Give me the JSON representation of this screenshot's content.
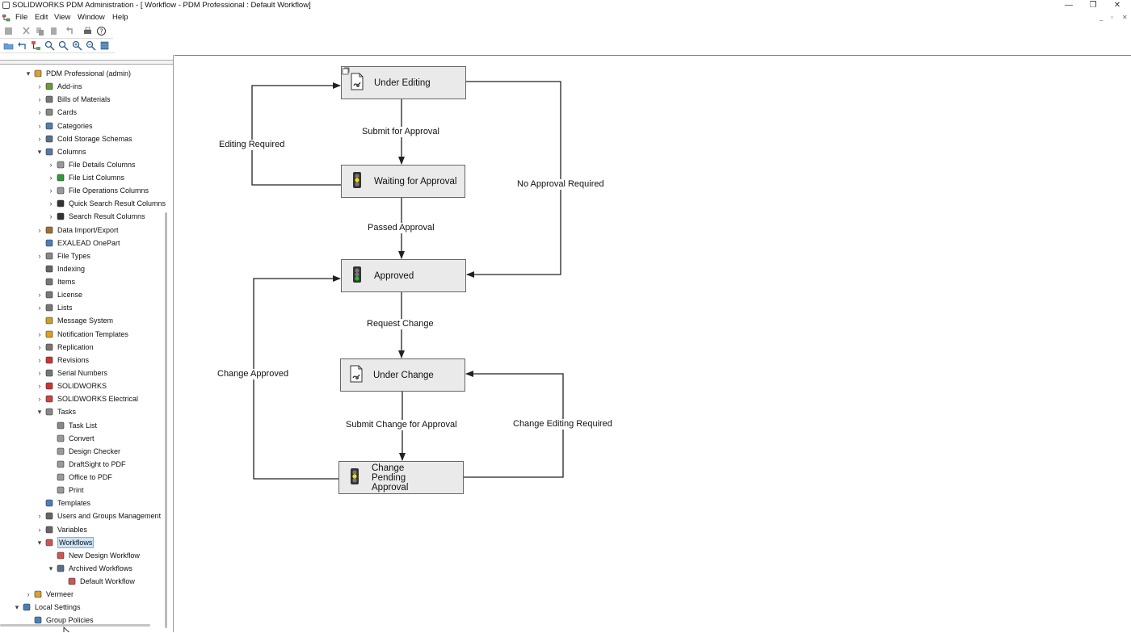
{
  "window": {
    "title": "SOLIDWORKS PDM Administration - [ Workflow - PDM Professional : Default Workflow]",
    "controls": {
      "minimize": "—",
      "restore": "❐",
      "close": "✕"
    }
  },
  "menu": {
    "items": [
      "File",
      "Edit",
      "View",
      "Window",
      "Help"
    ],
    "child_controls": [
      "_",
      "▫",
      "✕"
    ]
  },
  "sidebar": {
    "tree": [
      {
        "label": "PDM Professional (admin)",
        "indent": 0,
        "arrow": "▾",
        "icon": "vault-icon"
      },
      {
        "label": "Add-ins",
        "indent": 1,
        "arrow": "›",
        "icon": "puzzle-icon"
      },
      {
        "label": "Bills of Materials",
        "indent": 1,
        "arrow": "›",
        "icon": "grid-icon"
      },
      {
        "label": "Cards",
        "indent": 1,
        "arrow": "›",
        "icon": "card-icon"
      },
      {
        "label": "Categories",
        "indent": 1,
        "arrow": "›",
        "icon": "categories-icon"
      },
      {
        "label": "Cold Storage Schemas",
        "indent": 1,
        "arrow": "›",
        "icon": "storage-icon"
      },
      {
        "label": "Columns",
        "indent": 1,
        "arrow": "▾",
        "icon": "columns-icon"
      },
      {
        "label": "File Details Columns",
        "indent": 2,
        "arrow": "›",
        "icon": "doc-icon"
      },
      {
        "label": "File List Columns",
        "indent": 2,
        "arrow": "›",
        "icon": "list-green-icon"
      },
      {
        "label": "File Operations Columns",
        "indent": 2,
        "arrow": "›",
        "icon": "doc-icon"
      },
      {
        "label": "Quick Search Result Columns",
        "indent": 2,
        "arrow": "›",
        "icon": "search-icon"
      },
      {
        "label": "Search Result Columns",
        "indent": 2,
        "arrow": "›",
        "icon": "search-icon"
      },
      {
        "label": "Data Import/Export",
        "indent": 1,
        "arrow": "›",
        "icon": "import-icon"
      },
      {
        "label": "EXALEAD OnePart",
        "indent": 1,
        "arrow": "",
        "icon": "exalead-icon"
      },
      {
        "label": "File Types",
        "indent": 1,
        "arrow": "›",
        "icon": "filetype-icon"
      },
      {
        "label": "Indexing",
        "indent": 1,
        "arrow": "",
        "icon": "index-icon"
      },
      {
        "label": "Items",
        "indent": 1,
        "arrow": "",
        "icon": "items-icon"
      },
      {
        "label": "License",
        "indent": 1,
        "arrow": "›",
        "icon": "license-icon"
      },
      {
        "label": "Lists",
        "indent": 1,
        "arrow": "›",
        "icon": "list-icon"
      },
      {
        "label": "Message System",
        "indent": 1,
        "arrow": "",
        "icon": "message-icon"
      },
      {
        "label": "Notification Templates",
        "indent": 1,
        "arrow": "›",
        "icon": "bell-icon"
      },
      {
        "label": "Replication",
        "indent": 1,
        "arrow": "›",
        "icon": "replication-icon"
      },
      {
        "label": "Revisions",
        "indent": 1,
        "arrow": "›",
        "icon": "revision-icon"
      },
      {
        "label": "Serial Numbers",
        "indent": 1,
        "arrow": "›",
        "icon": "serial-icon"
      },
      {
        "label": "SOLIDWORKS",
        "indent": 1,
        "arrow": "›",
        "icon": "solidworks-icon"
      },
      {
        "label": "SOLIDWORKS Electrical",
        "indent": 1,
        "arrow": "›",
        "icon": "electrical-icon"
      },
      {
        "label": "Tasks",
        "indent": 1,
        "arrow": "▾",
        "icon": "tasks-icon"
      },
      {
        "label": "Task List",
        "indent": 2,
        "arrow": "",
        "icon": "tasklist-icon"
      },
      {
        "label": "Convert",
        "indent": 2,
        "arrow": "",
        "icon": "task-icon"
      },
      {
        "label": "Design Checker",
        "indent": 2,
        "arrow": "",
        "icon": "task-icon"
      },
      {
        "label": "DraftSight to PDF",
        "indent": 2,
        "arrow": "",
        "icon": "task-icon"
      },
      {
        "label": "Office to PDF",
        "indent": 2,
        "arrow": "",
        "icon": "task-icon"
      },
      {
        "label": "Print",
        "indent": 2,
        "arrow": "",
        "icon": "task-icon"
      },
      {
        "label": "Templates",
        "indent": 1,
        "arrow": "",
        "icon": "templates-icon"
      },
      {
        "label": "Users and Groups Management",
        "indent": 1,
        "arrow": "›",
        "icon": "users-icon"
      },
      {
        "label": "Variables",
        "indent": 1,
        "arrow": "›",
        "icon": "variables-icon"
      },
      {
        "label": "Workflows",
        "indent": 1,
        "arrow": "▾",
        "icon": "workflow-icon",
        "selected": true
      },
      {
        "label": "New Design Workflow",
        "indent": 2,
        "arrow": "",
        "icon": "workflow-icon"
      },
      {
        "label": "Archived Workflows",
        "indent": 2,
        "arrow": "▾",
        "icon": "archive-icon"
      },
      {
        "label": "Default Workflow",
        "indent": 3,
        "arrow": "",
        "icon": "workflow-icon"
      },
      {
        "label": "Vermeer",
        "indent": 0,
        "arrow": "›",
        "icon": "vault-icon"
      },
      {
        "label": "Local Settings",
        "indent": -1,
        "arrow": "▾",
        "icon": "computer-icon"
      },
      {
        "label": "Group Policies",
        "indent": 0,
        "arrow": "",
        "icon": "policy-icon"
      }
    ]
  },
  "workflow": {
    "states": {
      "under_editing": "Under Editing",
      "waiting_for_approval": "Waiting for Approval",
      "approved": "Approved",
      "under_change": "Under Change",
      "change_pending_approval": "Change Pending Approval"
    },
    "transitions": {
      "submit_for_approval": "Submit for Approval",
      "editing_required": "Editing Required",
      "no_approval_required": "No Approval Required",
      "passed_approval": "Passed Approval",
      "request_change": "Request Change",
      "change_approved": "Change Approved",
      "submit_change_for_approval": "Submit Change for Approval",
      "change_editing_required": "Change Editing Required"
    },
    "colors": {
      "state_fill": "#eaeaea",
      "state_border": "#666666",
      "arrow": "#222222",
      "light_yellow": "#f0e000",
      "light_green": "#22c022"
    }
  }
}
